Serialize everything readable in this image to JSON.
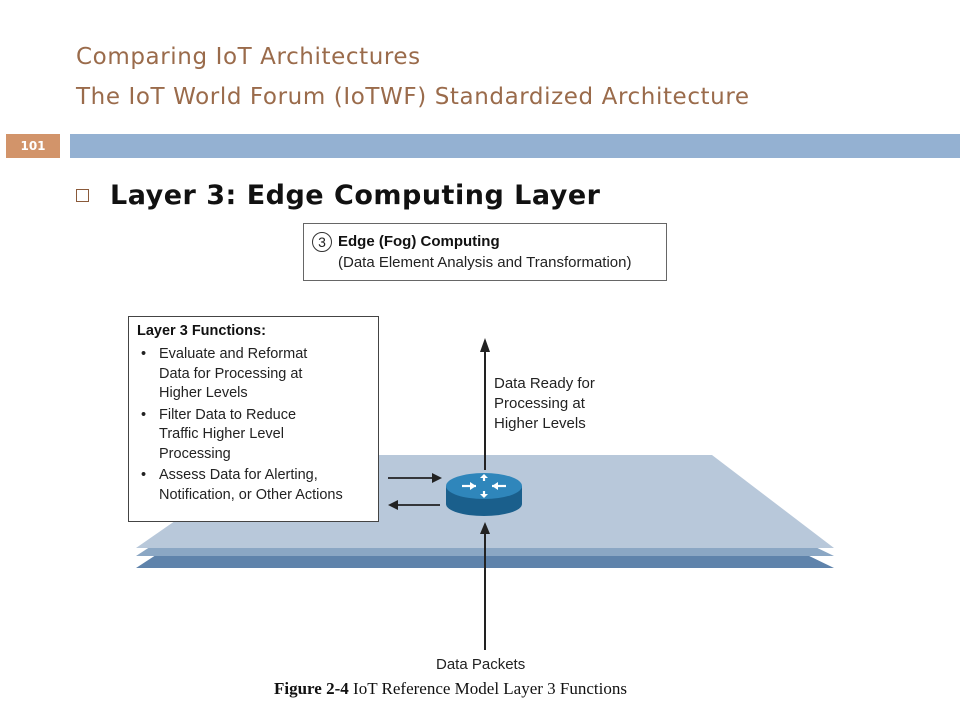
{
  "slide": {
    "title_line1": "Comparing IoT Architectures",
    "title_line2": "The IoT World Forum (IoTWF) Standardized Architecture",
    "number": "101",
    "heading": "Layer 3: Edge Computing Layer"
  },
  "figure": {
    "layer_box": {
      "number": "3",
      "title": "Edge (Fog) Computing",
      "subtitle": "(Data Element Analysis and Transformation)"
    },
    "functions_box": {
      "title": "Layer 3 Functions:",
      "items": [
        {
          "line1": "Evaluate and Reformat",
          "line2": "Data for Processing at",
          "line3": "Higher Levels"
        },
        {
          "line1": "Filter Data to Reduce",
          "line2": "Traffic Higher Level",
          "line3": "Processing"
        },
        {
          "line1": "Assess Data for Alerting,",
          "line2": "Notification, or Other Actions",
          "line3": ""
        }
      ]
    },
    "up_label": {
      "line1": "Data Ready for",
      "line2": "Processing at",
      "line3": "Higher Levels"
    },
    "bottom_label": "Data Packets",
    "caption_prefix": "Figure",
    "caption_number": "2-4",
    "caption_text": "IoT Reference Model Layer 3 Functions"
  },
  "colors": {
    "title": "#9a6b4b",
    "band": "#94b1d2",
    "slide_number_bg": "#d2946a",
    "plane_top": "#b8c8da",
    "plane_mid": "#8ba7c4",
    "plane_bottom": "#5f83ab",
    "router": "#1e6a98"
  }
}
